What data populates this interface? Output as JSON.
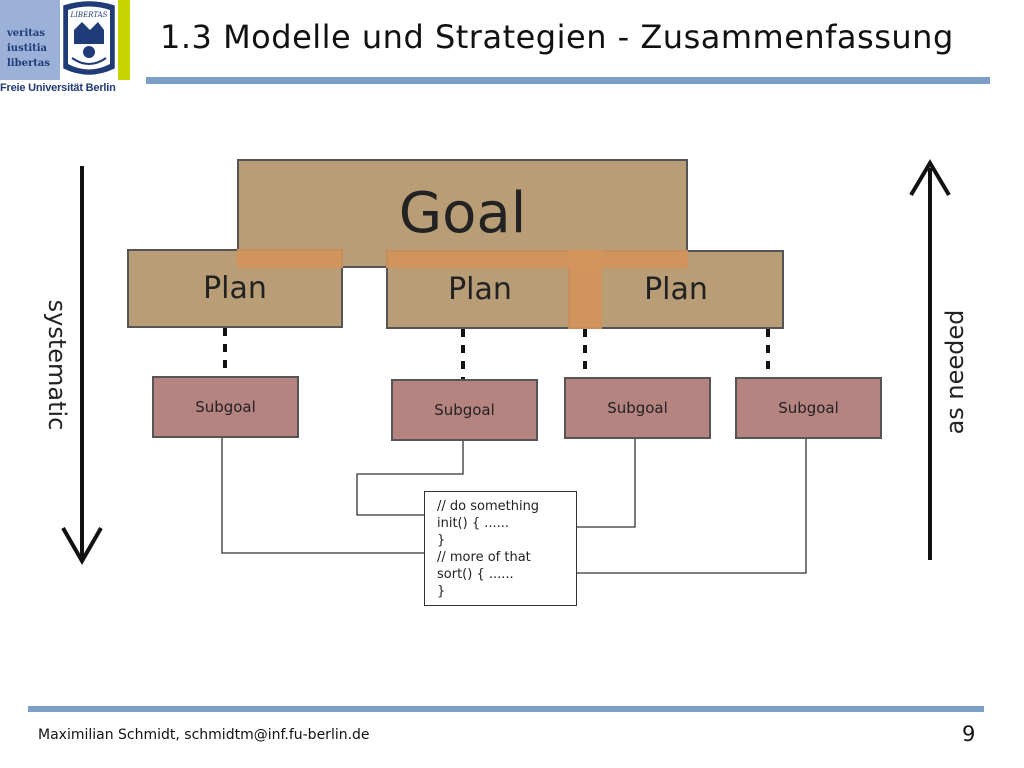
{
  "logo": {
    "motto": [
      "veritas",
      "iustitia",
      "libertas"
    ],
    "seal_text": "LIBERTAS",
    "university": "Freie Universität Berlin"
  },
  "title": "1.3 Modelle und Strategien - Zusammenfassung",
  "diagram": {
    "goal": "Goal",
    "plans": [
      "Plan",
      "Plan",
      "Plan"
    ],
    "subgoals": [
      "Subgoal",
      "Subgoal",
      "Subgoal",
      "Subgoal"
    ],
    "code": [
      "// do something",
      "init() { ......",
      "}",
      "// more of that",
      "sort() { ......",
      "}"
    ],
    "left_arrow_label": "systematic",
    "right_arrow_label": "as needed"
  },
  "footer": {
    "author": "Maximilian Schmidt, schmidtm@inf.fu-berlin.de",
    "page_number": "9"
  },
  "colors": {
    "rule": "#7c9fc7",
    "goal_plan_fill": "#ab8c5e",
    "overlap_fill": "#d4955c",
    "subgoal_fill": "#b68480",
    "logo_blue": "#9cb1d8",
    "logo_green": "#c8d400"
  }
}
